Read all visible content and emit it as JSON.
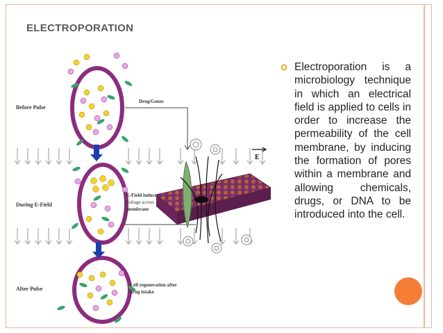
{
  "slide": {
    "title": "ELECTROPORATION",
    "bullet_text": "Electroporation is a microbiology technique in which an electrical field is applied to cells in order to increase the permeability of the cell membrane, by inducing the formation of pores within a membrane and allowing chemicals, drugs, or DNA to be introduced into the cell."
  },
  "figure": {
    "labels": {
      "before_pulse": "Before Pulse",
      "during_e_field": "During E-Field",
      "after_pulse": "After Pulse",
      "drug_genes": "Drug/Genes",
      "e_field_line1": "E-Field induces",
      "e_field_line2": "voltage across",
      "e_field_line3": "membrane",
      "regen_line1": "Cell regeneration after",
      "regen_line2": "drug intake",
      "field_letter": "E"
    }
  },
  "colors": {
    "accent": "#f57e36",
    "frame": "#e8b79a",
    "bullet": "#f5a623",
    "membrane": "#8b2c7e"
  }
}
